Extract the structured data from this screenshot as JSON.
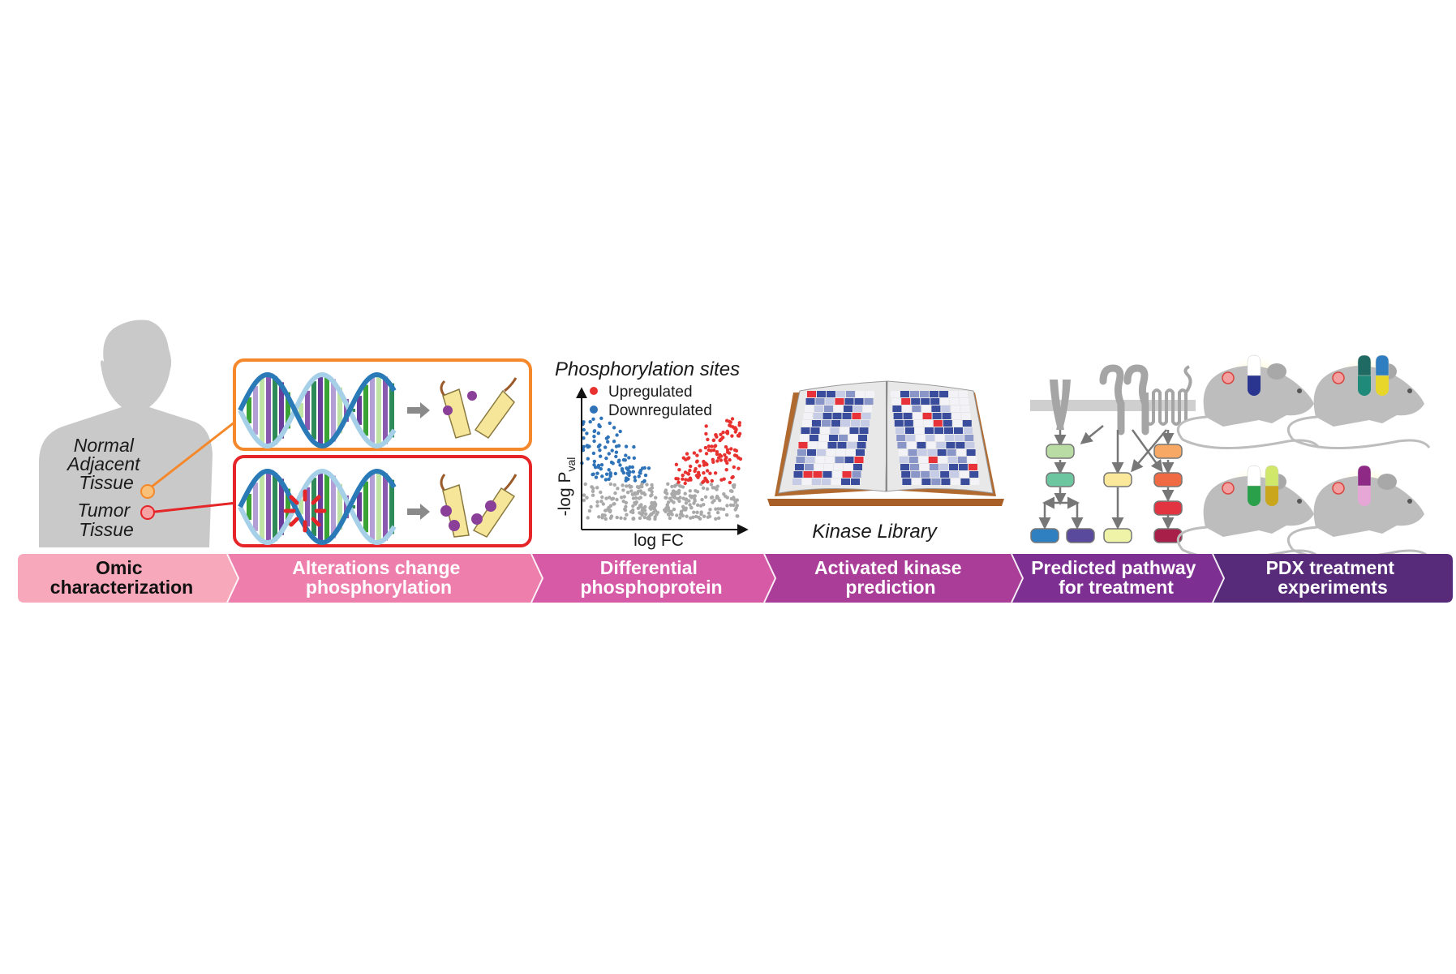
{
  "tissue_labels": {
    "normal_line1": "Normal",
    "normal_line2": "Adjacent",
    "normal_line3": "Tissue",
    "tumor_line1": "Tumor",
    "tumor_line2": "Tissue"
  },
  "volcano": {
    "title": "Phosphorylation sites",
    "legend_up": "Upregulated",
    "legend_down": "Downregulated",
    "ylabel_main": "-log P",
    "ylabel_sub": "val",
    "xlabel": "log FC"
  },
  "kinase_library_label": "Kinase Library",
  "steps": [
    {
      "line1": "Omic",
      "line2": "characterization"
    },
    {
      "line1": "Alterations change",
      "line2": "phosphorylation"
    },
    {
      "line1": "Differential",
      "line2": "phosphoprotein"
    },
    {
      "line1": "Activated kinase",
      "line2": "prediction"
    },
    {
      "line1": "Predicted pathway",
      "line2": "for treatment"
    },
    {
      "line1": "PDX treatment",
      "line2": "experiments"
    }
  ],
  "colors": {
    "step1": "#f7a8ba",
    "step2": "#ee7fad",
    "step3": "#d75aa6",
    "step4": "#aa3d98",
    "step5": "#7e2f92",
    "step6": "#572b7a",
    "normal_box": "#f4882a",
    "tumor_box": "#e52528",
    "upregulated": "#e8322f",
    "downregulated": "#2f73b8"
  }
}
